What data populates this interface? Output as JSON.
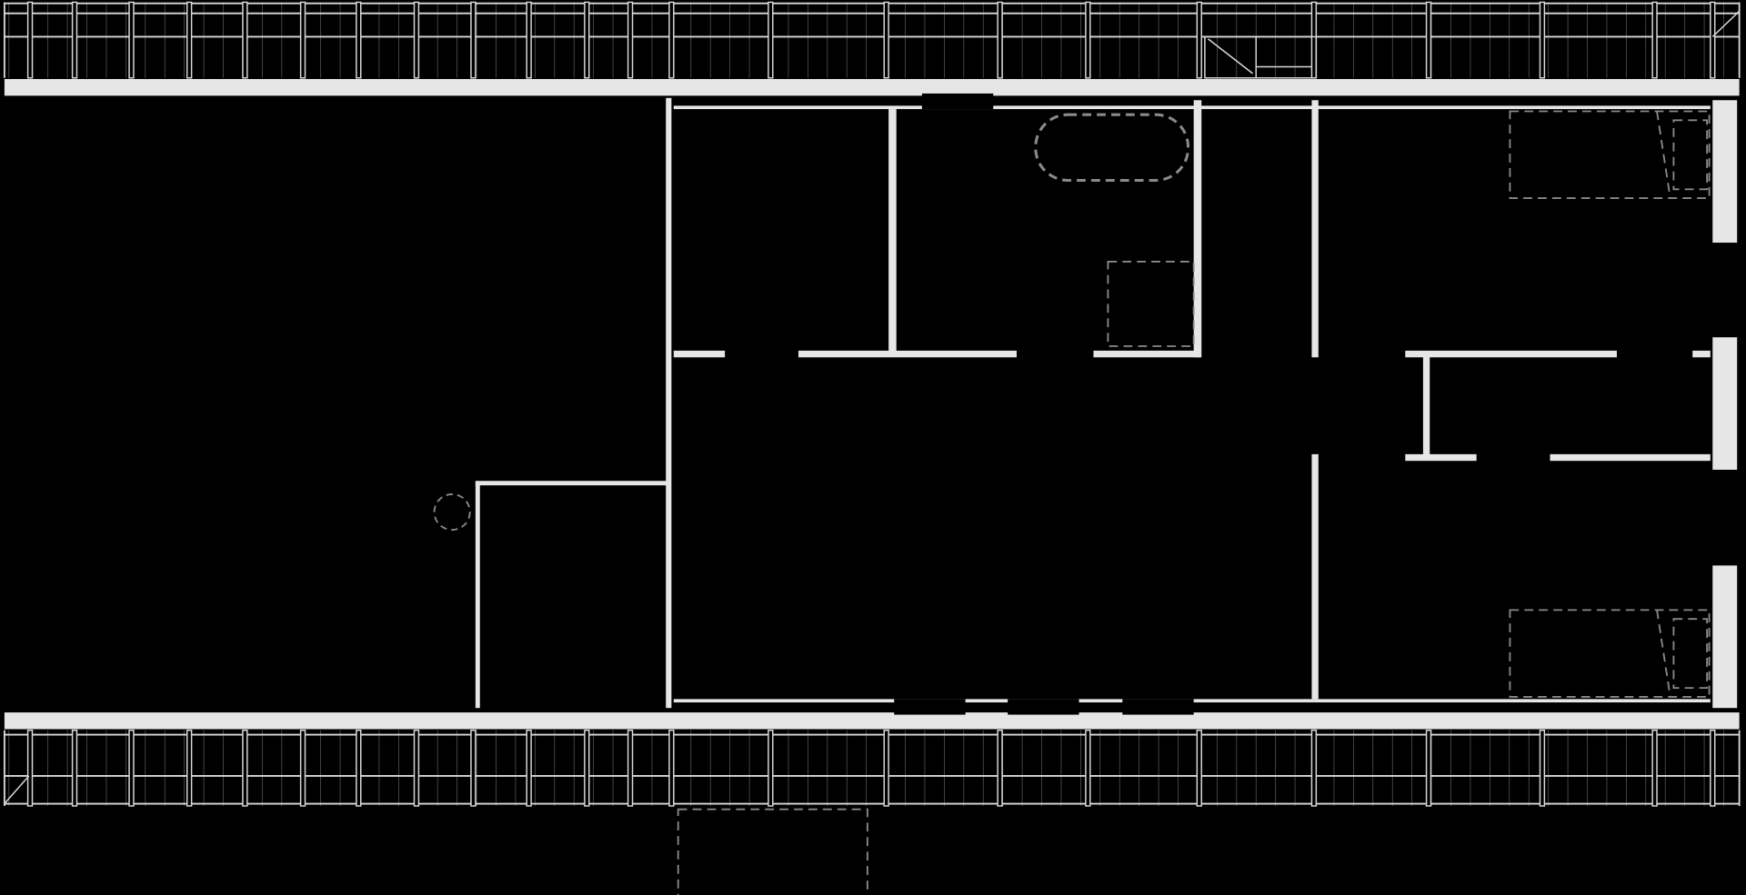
{
  "drawing": {
    "type": "architectural floor plan",
    "colors": {
      "background": "#000000",
      "wall": "#e6e6e6",
      "line": "#d9d9d9",
      "dashed": "#8a8a8a"
    },
    "elements": [
      "top-balcony",
      "bottom-balcony",
      "bathtub",
      "shower",
      "bed-top",
      "bed-bottom",
      "stair-top",
      "stair-bottom",
      "column"
    ]
  }
}
